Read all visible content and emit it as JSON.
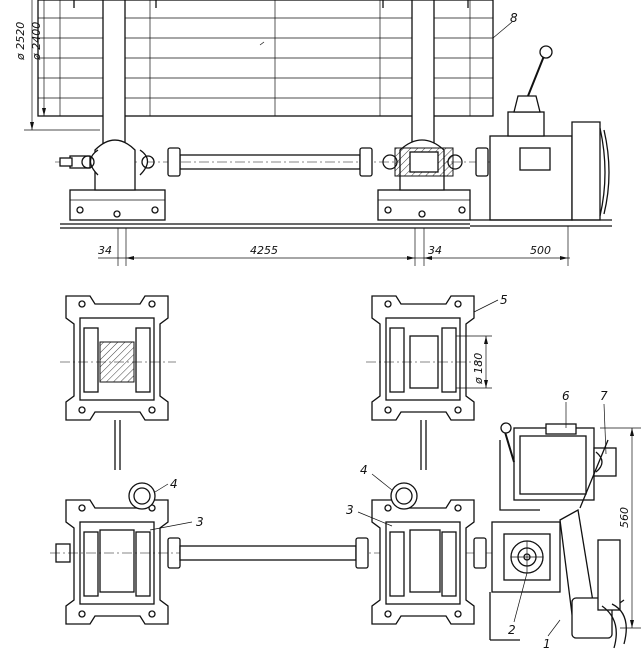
{
  "dimensions": {
    "dia_2520": "ø 2520",
    "dia_2400": "ø 2400",
    "dim_34_left": "34",
    "dim_4255": "4255",
    "dim_34_right": "34",
    "dim_500": "500",
    "dia_180": "ø 180",
    "dim_560": "560"
  },
  "callouts": {
    "c1": "1",
    "c2": "2",
    "c3_left": "3",
    "c3_right": "3",
    "c4_left": "4",
    "c4_right": "4",
    "c5": "5",
    "c6": "6",
    "c7": "7",
    "c8": "8"
  }
}
